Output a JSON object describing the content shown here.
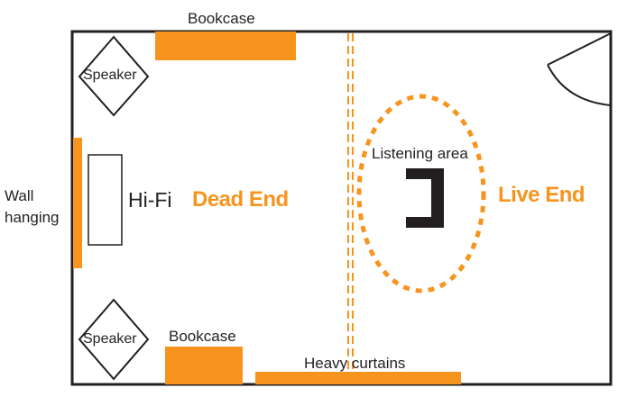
{
  "colors": {
    "accent": "#f7941d",
    "ink": "#231f20",
    "background": "#ffffff"
  },
  "labels": {
    "bookcase_top": "Bookcase",
    "bookcase_bottom": "Bookcase",
    "speaker_top": "Speaker",
    "speaker_bottom": "Speaker",
    "wall_hanging_line1": "Wall",
    "wall_hanging_line2": "hanging",
    "hifi": "Hi-Fi",
    "dead_end": "Dead End",
    "live_end": "Live End",
    "listening_area": "Listening area",
    "heavy_curtains": "Heavy curtains"
  },
  "icons": {
    "door": "door-swing-icon",
    "seat": "listening-seat-icon"
  }
}
